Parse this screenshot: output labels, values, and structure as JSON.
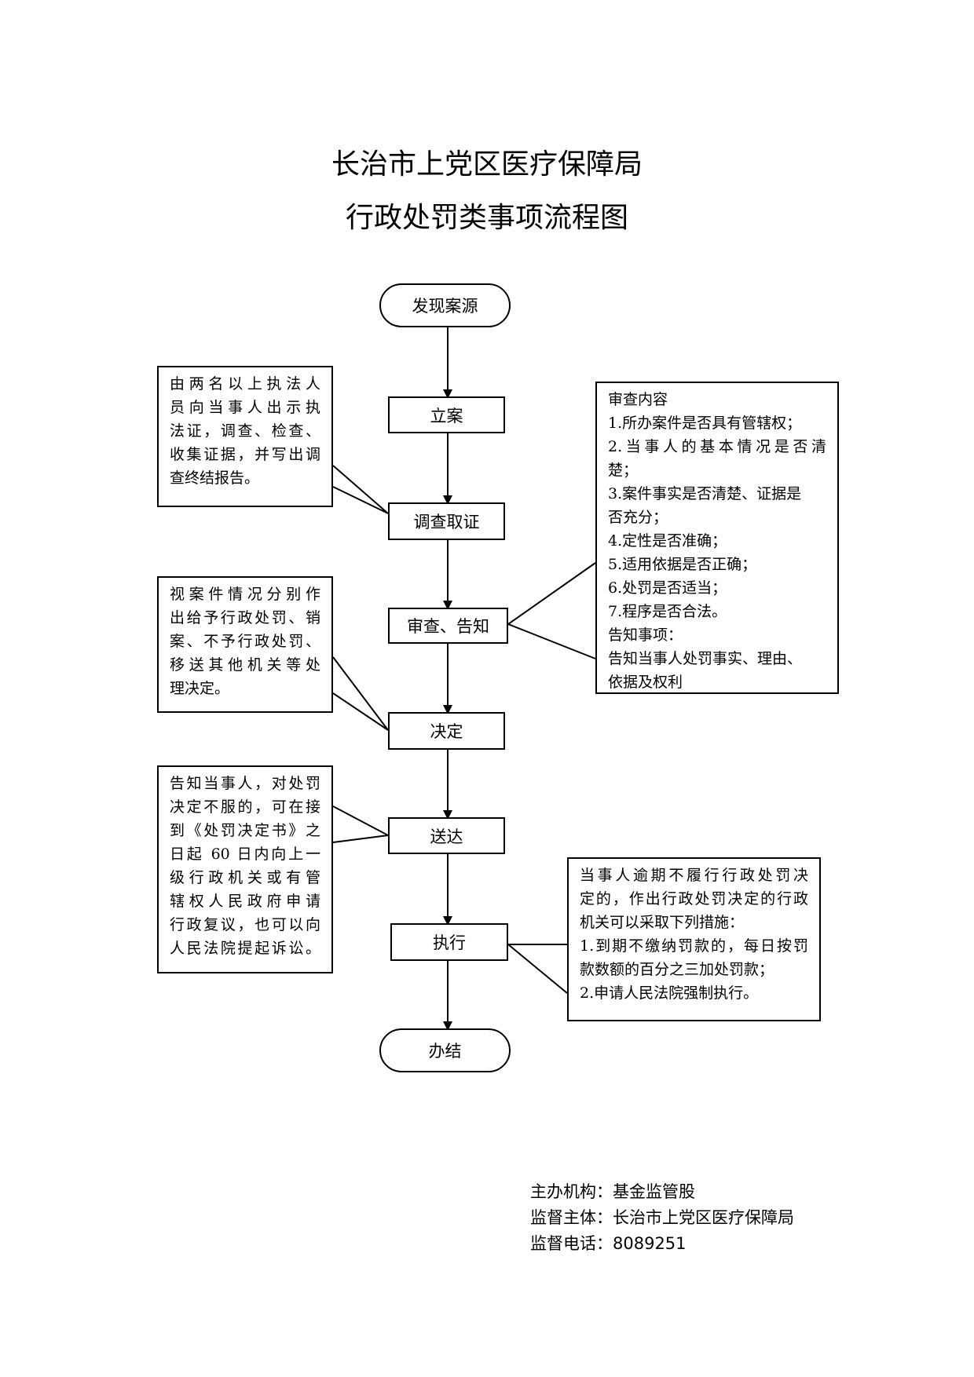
{
  "title": {
    "line1": "长治市上党区医疗保障局",
    "line2": "行政处罚类事项流程图"
  },
  "flow": {
    "start": "发现案源",
    "step1": "立案",
    "step2": "调查取证",
    "step3": "审查、告知",
    "step4": "决定",
    "step5": "送达",
    "step6": "执行",
    "end": "办结"
  },
  "notes": {
    "investigate": [
      "由两名以上执法人",
      "员向当事人出示执",
      "法证，调查、检查、",
      "收集证据，并写出调",
      "查终结报告。"
    ],
    "review": [
      "审查内容",
      "1.所办案件是否具有管辖权；",
      "2.当事人的基本情况是否清",
      "楚；",
      "3.案件事实是否清楚、证据是",
      "否充分；",
      "4.定性是否准确；",
      "5.适用依据是否正确；",
      "6.处罚是否适当；",
      "7.程序是否合法。",
      "告知事项：",
      "告知当事人处罚事实、理由、",
      "依据及权利"
    ],
    "decide": [
      "视案件情况分别作",
      "出给予行政处罚、销",
      "案、不予行政处罚、",
      "移送其他机关等处",
      "理决定。"
    ],
    "deliver": [
      "告知当事人，对处罚",
      "决定不服的，可在接",
      "到《处罚决定书》之",
      "日起 60 日内向上一",
      "级行政机关或有管",
      "辖权人民政府申请",
      "行政复议，也可以向",
      "人民法院提起诉讼。"
    ],
    "execute": [
      "当事人逾期不履行行政处罚决",
      "定的，作出行政处罚决定的行政",
      "机关可以采取下列措施：",
      "1.到期不缴纳罚款的，每日按罚",
      "款数额的百分之三加处罚款；",
      "2.申请人民法院强制执行。"
    ]
  },
  "footer": {
    "host": "主办机构：基金监管股",
    "supervisor": "监督主体：长治市上党区医疗保障局",
    "phone": "监督电话：8089251"
  }
}
